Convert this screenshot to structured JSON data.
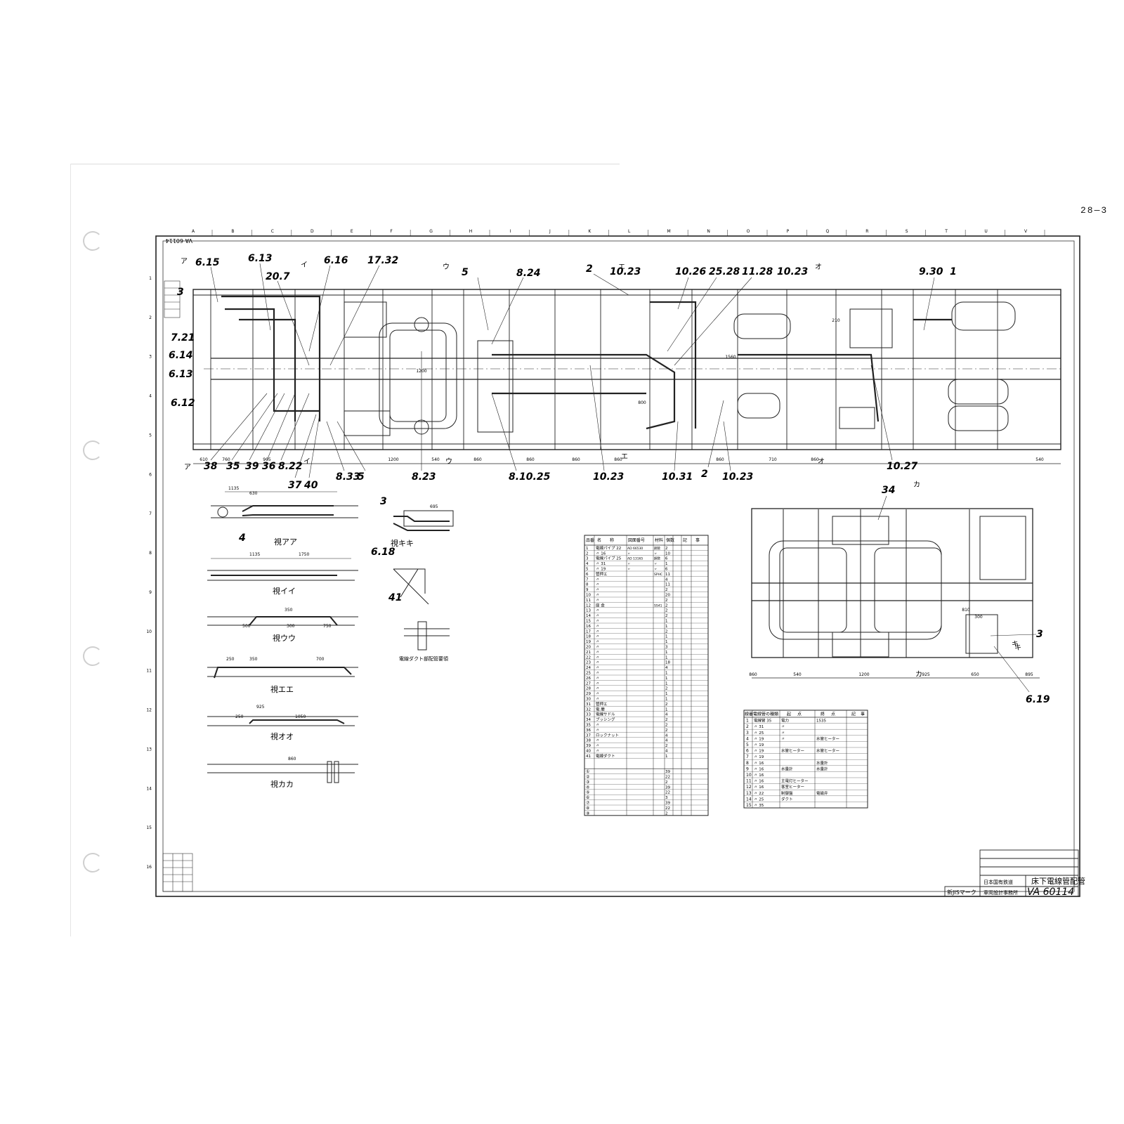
{
  "page_number": "28—3",
  "sheet": {
    "code_rotated": "VA 60114",
    "column_letters": [
      "A",
      "B",
      "C",
      "D",
      "E",
      "F",
      "G",
      "H",
      "I",
      "J",
      "K",
      "L",
      "M",
      "N",
      "O",
      "P",
      "Q",
      "R",
      "S",
      "T",
      "U",
      "V"
    ],
    "row_numbers": [
      "1",
      "2",
      "3",
      "4",
      "5",
      "6",
      "7",
      "8",
      "9",
      "10",
      "11",
      "12",
      "13",
      "14",
      "15",
      "16"
    ]
  },
  "plan_callouts": [
    {
      "text": "6.15"
    },
    {
      "text": "6.13"
    },
    {
      "text": "20.7"
    },
    {
      "text": "6.16"
    },
    {
      "text": "17.32"
    },
    {
      "text": "3"
    },
    {
      "text": "7.21"
    },
    {
      "text": "6.14"
    },
    {
      "text": "6.13"
    },
    {
      "text": "6.12"
    },
    {
      "text": "5"
    },
    {
      "text": "8.24"
    },
    {
      "text": "2"
    },
    {
      "text": "10.23"
    },
    {
      "text": "10.26"
    },
    {
      "text": "25.28"
    },
    {
      "text": "11.28"
    },
    {
      "text": "10.23"
    },
    {
      "text": "9.30"
    },
    {
      "text": "1"
    },
    {
      "text": "38"
    },
    {
      "text": "35"
    },
    {
      "text": "39"
    },
    {
      "text": "36"
    },
    {
      "text": "8.22"
    },
    {
      "text": "37"
    },
    {
      "text": "40"
    },
    {
      "text": "8.33"
    },
    {
      "text": "5"
    },
    {
      "text": "8.23"
    },
    {
      "text": "8.10.25"
    },
    {
      "text": "10.23"
    },
    {
      "text": "10.31"
    },
    {
      "text": "2"
    },
    {
      "text": "10.23"
    },
    {
      "text": "10.27"
    }
  ],
  "section_marks": [
    "ア",
    "イ",
    "ウ",
    "エ",
    "オ",
    "カ",
    "キ"
  ],
  "plan_dimensions": [
    "610",
    "760",
    "905",
    "1200",
    "540",
    "860",
    "860",
    "860",
    "860",
    "860",
    "710",
    "860",
    "540",
    "1560",
    "1200",
    "800",
    "210"
  ],
  "views": [
    {
      "title": "視アア",
      "dims": [
        "1135",
        "630"
      ],
      "callout": "4"
    },
    {
      "title": "視イイ",
      "dims": [
        "1135",
        "1750"
      ]
    },
    {
      "title": "視ウウ",
      "dims": [
        "350",
        "500",
        "300",
        "750"
      ]
    },
    {
      "title": "視エエ",
      "dims": [
        "250",
        "350",
        "700"
      ]
    },
    {
      "title": "視オオ",
      "dims": [
        "925",
        "250",
        "1050"
      ]
    },
    {
      "title": "視カカ",
      "dims": [
        "860"
      ]
    },
    {
      "title": "視キキ",
      "dims": [
        "695"
      ],
      "callouts": [
        "3",
        "6.18"
      ]
    }
  ],
  "detail": {
    "callout": "41",
    "caption": "電線ダクト部配管要領"
  },
  "bogie_callouts": [
    "34",
    "3",
    "6.19"
  ],
  "bogie_dims": [
    "860",
    "540",
    "1200",
    "925",
    "650",
    "895",
    "810",
    "300"
  ],
  "parts_table": {
    "headers": [
      "品番",
      "名",
      "称",
      "図面番号",
      "材料",
      "個数",
      "記",
      "事"
    ],
    "rows": [
      [
        "1",
        "電線パイプ 22",
        "AD 66530",
        "鋼管",
        "2"
      ],
      [
        "2",
        "〃 16",
        "〃",
        "〃",
        "10"
      ],
      [
        "3",
        "電線パイプ 25",
        "AD 13165",
        "鋼管",
        "6"
      ],
      [
        "4",
        "〃 31",
        "〃",
        "〃",
        "1"
      ],
      [
        "5",
        "〃 19",
        "〃",
        "〃",
        "6"
      ],
      [
        "6",
        "管押エ",
        "",
        "SPHC",
        "11"
      ],
      [
        "7",
        "〃",
        "",
        "",
        "4"
      ],
      [
        "8",
        "〃",
        "",
        "",
        "11"
      ],
      [
        "9",
        "〃",
        "",
        "",
        "2"
      ],
      [
        "10",
        "〃",
        "",
        "",
        "20"
      ],
      [
        "11",
        "〃",
        "",
        "",
        "2"
      ],
      [
        "12",
        "座 金",
        "",
        "SS41",
        "2"
      ],
      [
        "13",
        "〃",
        "",
        "",
        "2"
      ],
      [
        "14",
        "〃",
        "",
        "",
        "2"
      ],
      [
        "15",
        "〃",
        "",
        "",
        "1"
      ],
      [
        "16",
        "〃",
        "",
        "",
        "1"
      ],
      [
        "17",
        "〃",
        "",
        "",
        "2"
      ],
      [
        "18",
        "〃",
        "",
        "",
        "1"
      ],
      [
        "19",
        "〃",
        "",
        "",
        "1"
      ],
      [
        "20",
        "〃",
        "",
        "",
        "3"
      ],
      [
        "21",
        "〃",
        "",
        "",
        "1"
      ],
      [
        "22",
        "〃",
        "",
        "",
        "1"
      ],
      [
        "23",
        "〃",
        "",
        "",
        "18"
      ],
      [
        "24",
        "〃",
        "",
        "",
        "4"
      ],
      [
        "25",
        "〃",
        "",
        "",
        "1"
      ],
      [
        "26",
        "〃",
        "",
        "",
        "1"
      ],
      [
        "27",
        "〃",
        "",
        "",
        "1"
      ],
      [
        "28",
        "〃",
        "",
        "",
        "2"
      ],
      [
        "29",
        "〃",
        "",
        "",
        "1"
      ],
      [
        "30",
        "〃",
        "",
        "",
        "1"
      ],
      [
        "31",
        "管押エ",
        "",
        "",
        "2"
      ],
      [
        "32",
        "電 磨",
        "",
        "",
        "1"
      ],
      [
        "33",
        "電線サドル",
        "",
        "",
        "4"
      ],
      [
        "34",
        "ブッシング",
        "",
        "",
        "2"
      ],
      [
        "35",
        "〃",
        "",
        "",
        "2"
      ],
      [
        "36",
        "〃",
        "",
        "",
        "2"
      ],
      [
        "37",
        "ロックナット",
        "",
        "",
        "4"
      ],
      [
        "38",
        "〃",
        "",
        "",
        "4"
      ],
      [
        "39",
        "〃",
        "",
        "",
        "2"
      ],
      [
        "40",
        "〃",
        "",
        "",
        "4"
      ],
      [
        "41",
        "電線ダクト",
        "",
        "",
        "1"
      ]
    ],
    "electric_rows": [
      [
        "①",
        "",
        "",
        "39"
      ],
      [
        "②",
        "",
        "",
        "22"
      ],
      [
        "③",
        "",
        "",
        "2"
      ],
      [
        "④",
        "",
        "",
        "39"
      ],
      [
        "⑤",
        "",
        "",
        "22"
      ],
      [
        "⑥",
        "",
        "",
        "3"
      ],
      [
        "⑦",
        "",
        "",
        "39"
      ],
      [
        "⑧",
        "",
        "",
        "22"
      ],
      [
        "⑨",
        "",
        "",
        "2"
      ]
    ]
  },
  "wiring_table": {
    "headers": [
      "線番",
      "電線管の種類",
      "起",
      "点",
      "終",
      "点",
      "記",
      "事"
    ],
    "rows": [
      [
        "1",
        "電線管 35",
        "電力",
        "1535"
      ],
      [
        "2",
        "〃 31",
        "〃",
        ""
      ],
      [
        "3",
        "〃 25",
        "〃",
        ""
      ],
      [
        "4",
        "〃 19",
        "〃",
        "水管ヒーター"
      ],
      [
        "5",
        "〃 19",
        "",
        ""
      ],
      [
        "6",
        "〃 19",
        "水管ヒーター",
        "水管ヒーター"
      ],
      [
        "7",
        "〃 19",
        "",
        ""
      ],
      [
        "8",
        "〃 16",
        "",
        "水量計"
      ],
      [
        "9",
        "〃 16",
        "水量計",
        "水量計"
      ],
      [
        "10",
        "〃 16",
        "",
        ""
      ],
      [
        "11",
        "〃 16",
        "主電灯ヒーター",
        ""
      ],
      [
        "12",
        "〃 16",
        "客室ヒーター",
        ""
      ],
      [
        "13",
        "〃 22",
        "制御盤",
        "電磁弁"
      ],
      [
        "14",
        "〃 25",
        "ダクト",
        ""
      ],
      [
        "15",
        "〃 35",
        "",
        ""
      ]
    ]
  },
  "title_block": {
    "drawing_title": "床下電線管配管",
    "drawing_number": "VA 60114",
    "org_line1": "日本国有鉄道",
    "org_line2": "車両設計事務所",
    "standard": "新JISマーク"
  }
}
